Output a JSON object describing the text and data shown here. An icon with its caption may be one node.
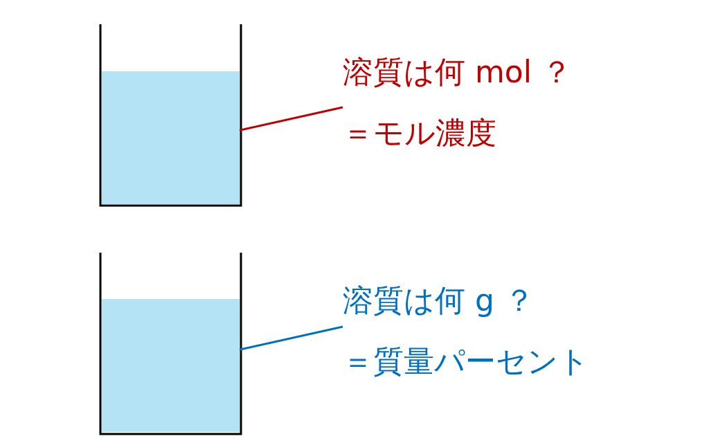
{
  "diagram": {
    "nodes": [
      {
        "text": [],
        "shape": "box"
      },
      {
        "text": [
          "溶質は何 mol ？",
          "＝モル濃度"
        ]
      },
      {
        "text": [],
        "shape": "box"
      },
      {
        "text": [
          "溶質は何 g ？",
          "＝質量パーセント"
        ]
      }
    ],
    "edges": [
      {
        "from": 1,
        "to": 0,
        "arrow": "none",
        "color": "#c00000"
      },
      {
        "from": 3,
        "to": 2,
        "arrow": "none",
        "color": "#0070c0"
      }
    ]
  }
}
